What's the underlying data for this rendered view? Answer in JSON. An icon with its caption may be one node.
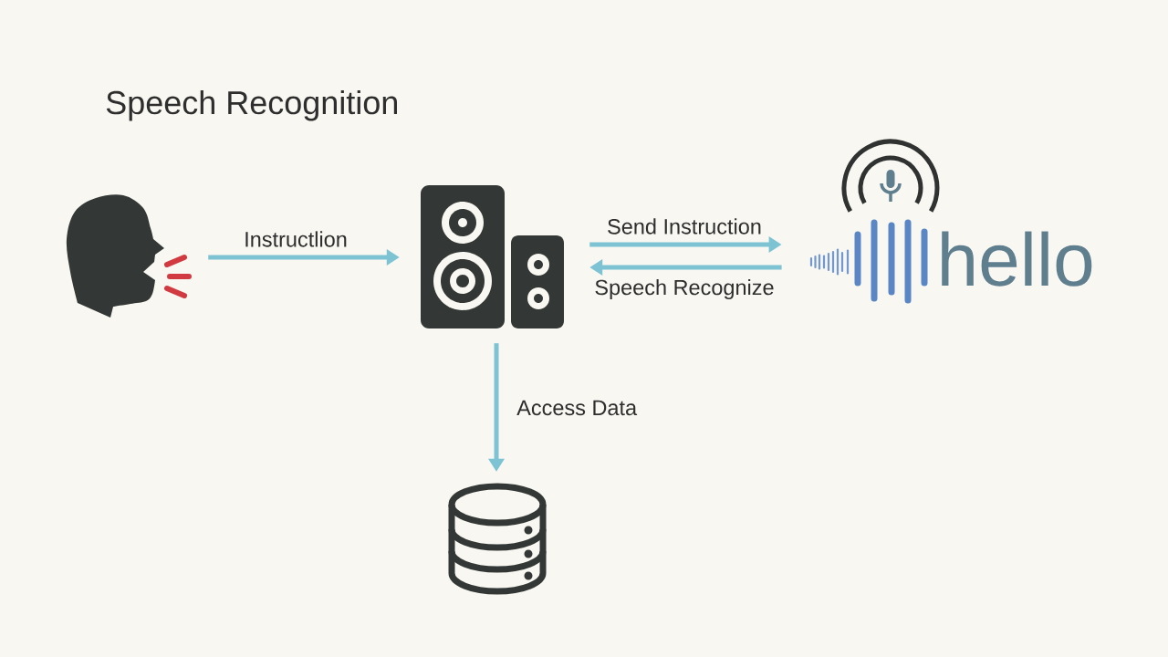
{
  "diagram": {
    "title": "Speech Recognition",
    "nodes": [
      {
        "text": [],
        "shape": "person"
      },
      {
        "text": [],
        "shape": "picture"
      },
      {
        "text": [
          "hello"
        ]
      },
      {
        "text": [],
        "shape": "cylinder"
      }
    ],
    "edges": [
      {
        "from": 0,
        "to": 1,
        "arrow": "to",
        "label": "Instructlion"
      },
      {
        "from": 1,
        "to": 2,
        "arrow": "to",
        "label": "Send Instruction"
      },
      {
        "from": 2,
        "to": 1,
        "arrow": "to",
        "label": "Speech Recognize"
      },
      {
        "from": 1,
        "to": 3,
        "arrow": "to",
        "label": "Access Data"
      }
    ]
  }
}
